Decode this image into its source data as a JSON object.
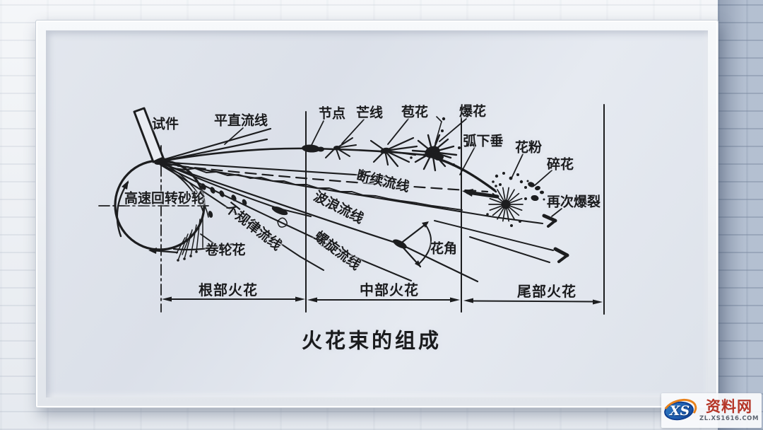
{
  "title": "火花束的组成",
  "labels": {
    "specimen": "试件",
    "straight_streamline": "平直流线",
    "node": "节点",
    "ray_line": "芒线",
    "bud_spark": "苞花",
    "burst_spark": "爆花",
    "arc_droop": "弧下垂",
    "pollen": "花粉",
    "fragment_spark": "碎花",
    "second_burst": "再次爆裂",
    "grinding_wheel": "高速回转砂轮",
    "irregular_streamline": "不规律流线",
    "curl_spark": "卷轮花",
    "wave_streamline": "波浪流线",
    "spiral_streamline": "螺旋流线",
    "intermittent_streamline": "断续流线",
    "spark_angle": "花角"
  },
  "zones": {
    "root": "根部火花",
    "middle": "中部火花",
    "tail": "尾部火花"
  },
  "watermark": {
    "logo_text": "XS",
    "site_name": "资料网",
    "site_url": "ZL.XS1616.COM"
  },
  "colors": {
    "ink": "#1c1d1f",
    "board_surface": "#dfe3ea",
    "wall_light": "#eef1f5",
    "wall_dark": "#b2bed0",
    "watermark_red": "#b53527",
    "watermark_blue": "#12459c",
    "watermark_orange": "#e8821c"
  }
}
